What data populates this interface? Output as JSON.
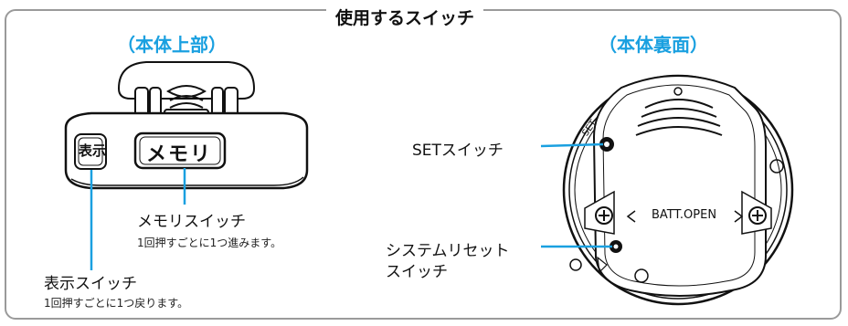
{
  "frame_title": "使用するスイッチ",
  "top_view": {
    "title": "（本体上部）",
    "memory_button_label": "メモリ",
    "display_button_label": "表示",
    "memory_switch": {
      "name": "メモリスイッチ",
      "desc": "1回押すごとに1つ進みます。"
    },
    "display_switch": {
      "name": "表示スイッチ",
      "desc": "1回押すごとに1つ戻ります。"
    }
  },
  "back_view": {
    "title": "（本体裏面）",
    "batt_label": "BATT.OPEN",
    "set_text": "SET",
    "set_switch": "SETスイッチ",
    "reset_switch_line1": "システムリセット",
    "reset_switch_line2": "スイッチ"
  },
  "colors": {
    "accent": "#1aa0e0",
    "frame": "#9a9a9a",
    "line": "#111111"
  }
}
